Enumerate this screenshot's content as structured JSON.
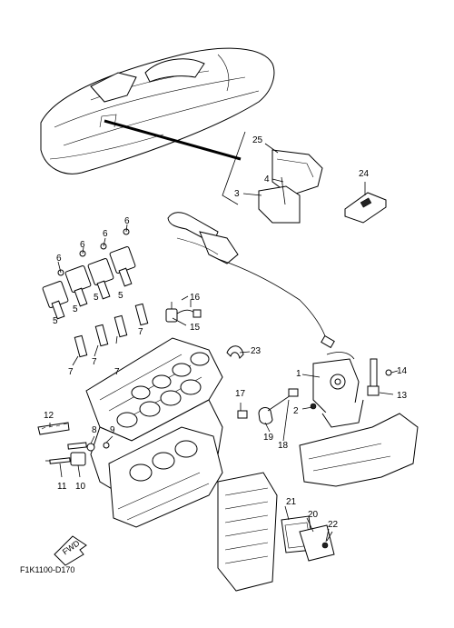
{
  "diagram": {
    "code": "F1K1100-D170",
    "fwd_label": "FWD",
    "labels": [
      "1",
      "2",
      "3",
      "4",
      "5",
      "5",
      "5",
      "5",
      "6",
      "6",
      "6",
      "6",
      "7",
      "7",
      "7",
      "7",
      "8",
      "9",
      "10",
      "11",
      "12",
      "13",
      "14",
      "15",
      "16",
      "17",
      "18",
      "19",
      "20",
      "21",
      "22",
      "23",
      "24",
      "25"
    ]
  }
}
